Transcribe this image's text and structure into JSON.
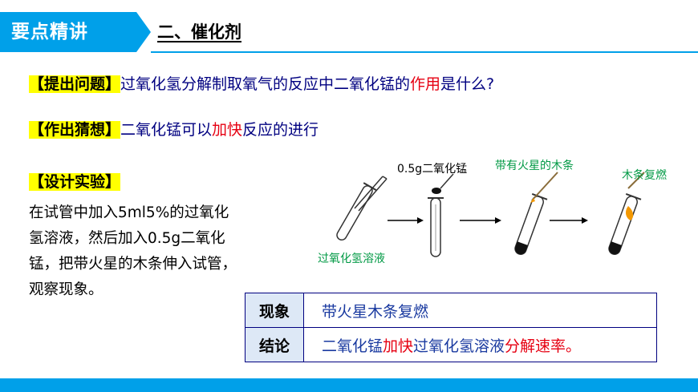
{
  "header": {
    "badge": "要点精讲",
    "title": "二、催化剂"
  },
  "question": {
    "tag": "【提出问题】",
    "text_before": "过氧化氢分解制取氧气的反应中二氧化锰的",
    "highlight": "作用",
    "text_after": "是什么?"
  },
  "hypothesis": {
    "tag": "【作出猜想】",
    "text_before": "二氧化锰可以",
    "highlight": "加快",
    "text_after": "反应的进行"
  },
  "experiment": {
    "tag": "【设计实验】",
    "text": "在试管中加入5ml5%的过氧化氢溶液，然后加入0.5g二氧化锰，把带火星的木条伸入试管，观察现象。"
  },
  "diagram": {
    "label_mno2": "0.5g二氧化锰",
    "label_splint": "带有火星的木条",
    "label_relight": "木条复燃",
    "label_solution": "过氧化氢溶液"
  },
  "results": {
    "phenomenon_label": "现象",
    "phenomenon_value": "带火星木条复燃",
    "conclusion_label": "结论",
    "conclusion_before": "二氧化锰",
    "conclusion_red1": "加快",
    "conclusion_mid": "过氧化氢溶液",
    "conclusion_red2": "分解速率。"
  },
  "colors": {
    "accent": "#00a0e9",
    "tag_highlight": "#ffff00",
    "emphasis": "#e60012",
    "label_green": "#009944"
  }
}
